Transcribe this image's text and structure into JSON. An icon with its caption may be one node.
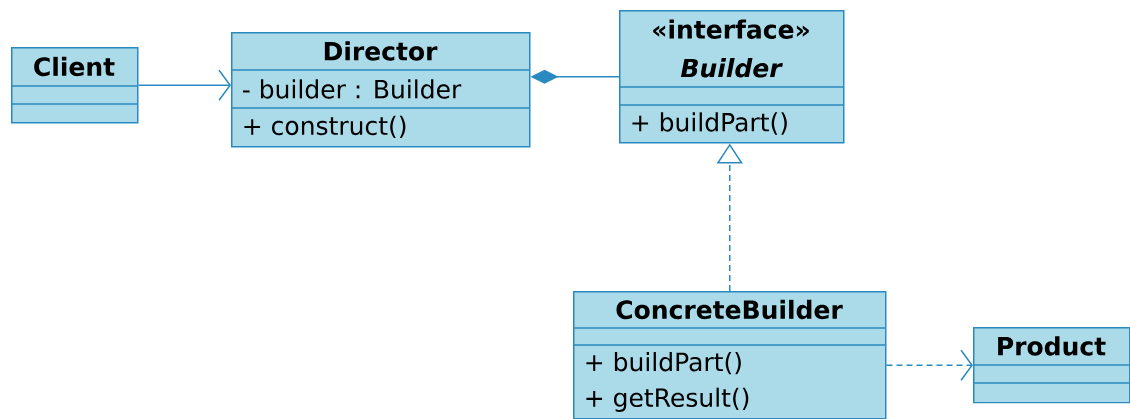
{
  "diagram": {
    "nodes": [
      {
        "text": [
          "Client"
        ]
      },
      {
        "text": [
          "Director",
          "- builder : Builder",
          "+ construct()"
        ]
      },
      {
        "text": [
          "«interface»",
          "Builder",
          "+ buildPart()"
        ]
      },
      {
        "text": [
          "ConcreteBuilder",
          "+ buildPart()",
          "+ getResult()"
        ]
      },
      {
        "text": [
          "Product"
        ]
      }
    ],
    "edges": [
      {
        "from": 0,
        "to": 1,
        "arrow": "to"
      },
      {
        "from": 1,
        "to": 2,
        "arrow": "other"
      },
      {
        "from": 3,
        "to": 2,
        "arrow": "to",
        "style": "dashed"
      },
      {
        "from": 3,
        "to": 4,
        "arrow": "to",
        "style": "dashed"
      }
    ]
  }
}
